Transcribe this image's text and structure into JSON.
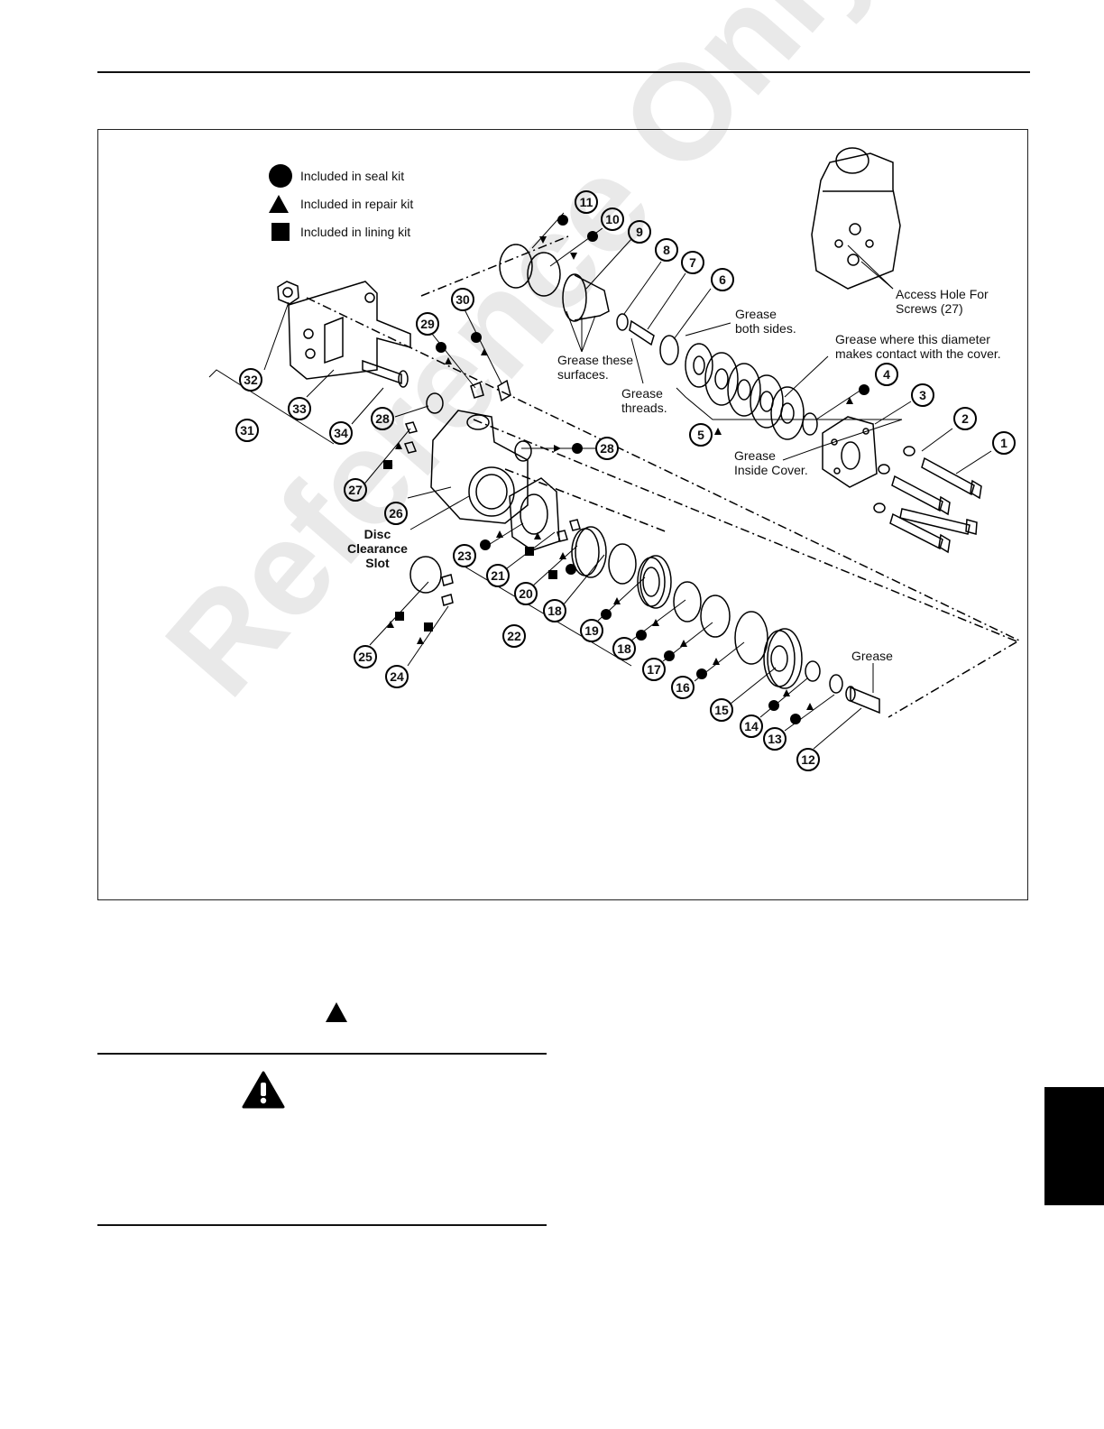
{
  "legend": [
    {
      "symbol": "circle",
      "label": "Included in seal kit"
    },
    {
      "symbol": "triangle",
      "label": "Included in repair kit"
    },
    {
      "symbol": "square",
      "label": "Included in lining kit"
    }
  ],
  "callouts": [
    "1",
    "2",
    "3",
    "4",
    "5",
    "6",
    "7",
    "8",
    "9",
    "10",
    "11",
    "12",
    "13",
    "14",
    "15",
    "16",
    "17",
    "18",
    "18",
    "19",
    "20",
    "21",
    "22",
    "23",
    "24",
    "25",
    "26",
    "27",
    "28",
    "28",
    "29",
    "30",
    "31",
    "32",
    "33",
    "34"
  ],
  "notes": {
    "grease_both_sides": "Grease\nboth sides.",
    "grease_diameter": "Grease where this diameter\nmakes contact with the cover.",
    "grease_surfaces": "Grease these\nsurfaces.",
    "grease_threads": "Grease\nthreads.",
    "grease_inside_cover": "Grease\nInside Cover.",
    "access_hole": "Access Hole For\nScrews (27)",
    "disc_slot": "Disc\nClearance\nSlot",
    "grease": "Grease"
  },
  "watermark": "Reference Only",
  "colors": {
    "ink": "#000000",
    "watermark": "#d9d9d9"
  }
}
